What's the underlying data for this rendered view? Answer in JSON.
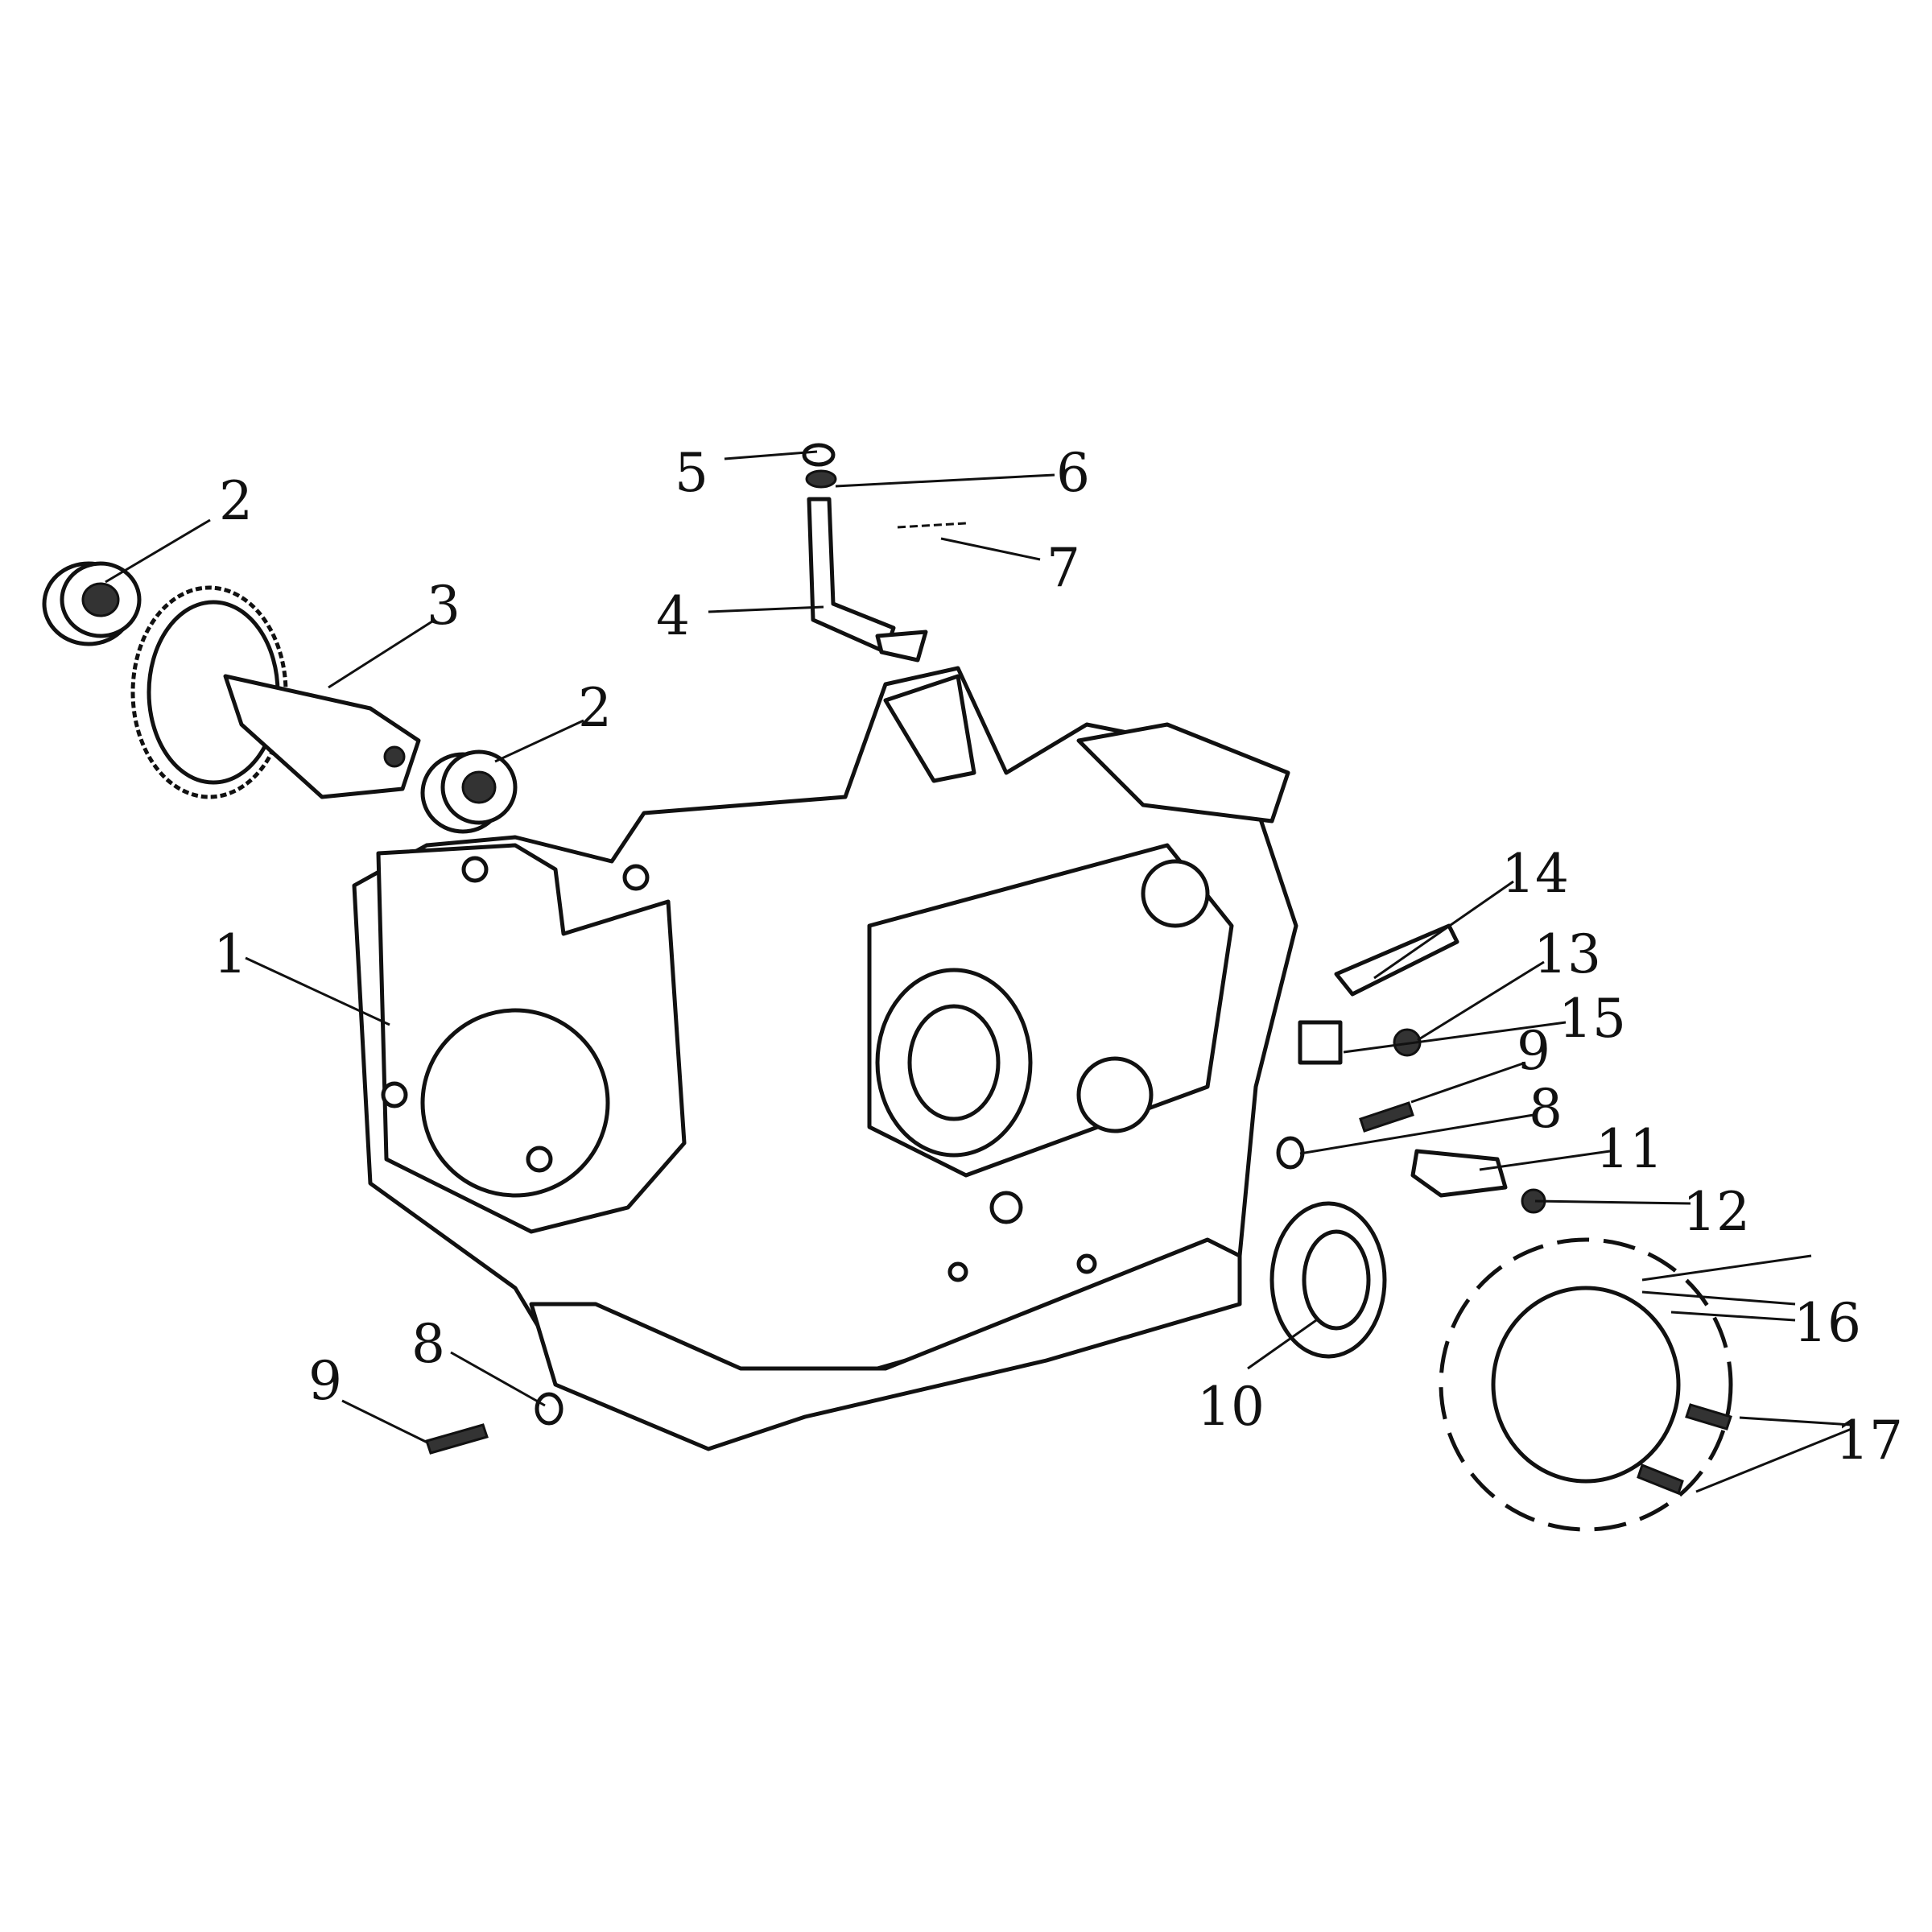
{
  "diagram": {
    "title": "",
    "callouts": [
      {
        "id": "c2a",
        "label": "2"
      },
      {
        "id": "c3",
        "label": "3"
      },
      {
        "id": "c2b",
        "label": "2"
      },
      {
        "id": "c5",
        "label": "5"
      },
      {
        "id": "c6",
        "label": "6"
      },
      {
        "id": "c7",
        "label": "7"
      },
      {
        "id": "c4",
        "label": "4"
      },
      {
        "id": "c1",
        "label": "1"
      },
      {
        "id": "c14",
        "label": "14"
      },
      {
        "id": "c13",
        "label": "13"
      },
      {
        "id": "c15",
        "label": "15"
      },
      {
        "id": "c9a",
        "label": "9"
      },
      {
        "id": "c8a",
        "label": "8"
      },
      {
        "id": "c11",
        "label": "11"
      },
      {
        "id": "c12",
        "label": "12"
      },
      {
        "id": "c16",
        "label": "16"
      },
      {
        "id": "c17",
        "label": "17"
      },
      {
        "id": "c10",
        "label": "10"
      },
      {
        "id": "c8b",
        "label": "8"
      },
      {
        "id": "c9b",
        "label": "9"
      }
    ]
  }
}
